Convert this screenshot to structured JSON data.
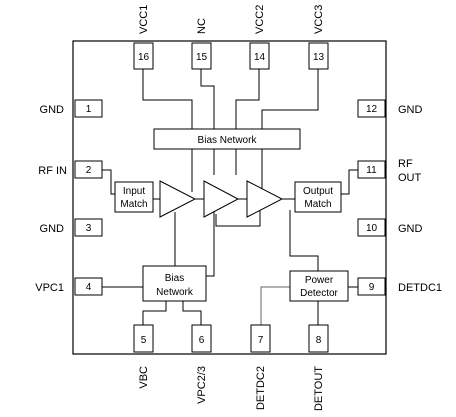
{
  "pins": {
    "p1": {
      "num": "1",
      "label": "GND"
    },
    "p2": {
      "num": "2",
      "label": "RF IN"
    },
    "p3": {
      "num": "3",
      "label": "GND"
    },
    "p4": {
      "num": "4",
      "label": "VPC1"
    },
    "p5": {
      "num": "5",
      "label": "VBC"
    },
    "p6": {
      "num": "6",
      "label": "VPC2/3"
    },
    "p7": {
      "num": "7",
      "label": "DETDC2"
    },
    "p8": {
      "num": "8",
      "label": "DETOUT"
    },
    "p9": {
      "num": "9",
      "label": "DETDC1"
    },
    "p10": {
      "num": "10",
      "label": "GND"
    },
    "p11": {
      "num": "11",
      "label_line1": "RF",
      "label_line2": "OUT"
    },
    "p12": {
      "num": "12",
      "label": "GND"
    },
    "p13": {
      "num": "13",
      "label": "VCC3"
    },
    "p14": {
      "num": "14",
      "label": "VCC2"
    },
    "p15": {
      "num": "15",
      "label": "NC"
    },
    "p16": {
      "num": "16",
      "label": "VCC1"
    }
  },
  "blocks": {
    "bias_top": {
      "label": "Bias Network"
    },
    "bias_bottom": {
      "line1": "Bias",
      "line2": "Network"
    },
    "input_match": {
      "line1": "Input",
      "line2": "Match"
    },
    "output_match": {
      "line1": "Output",
      "line2": "Match"
    },
    "power_detector": {
      "line1": "Power",
      "line2": "Detector"
    }
  }
}
